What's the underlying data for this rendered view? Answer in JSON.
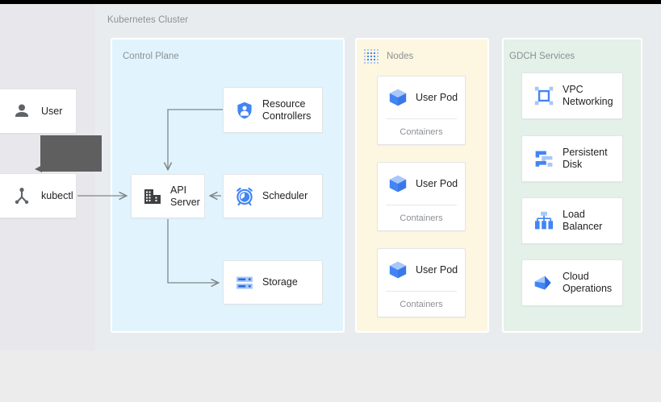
{
  "diagram": {
    "title": "Kubernetes Cluster",
    "colors": {
      "control_plane_bg": "#e1f4fd",
      "nodes_bg": "#fdf6e0",
      "gdch_bg": "#e3f1e8",
      "canvas_bg": "#e9ecef",
      "left_panel_bg": "#e8e7ec",
      "accent_blue": "#4285f4",
      "icon_dark": "#3c4043",
      "label_gray": "#8c9096",
      "text_dark": "#212326",
      "tooltip_bg": "#5f5f5f"
    }
  },
  "actors": [
    {
      "label": "User",
      "icon": "person-icon"
    },
    {
      "label": "kubectl",
      "icon": "kubectl-icon"
    }
  ],
  "groups": {
    "control_plane": {
      "label": "Control Plane",
      "cards": [
        {
          "label": "Resource\nControllers",
          "icon": "shield-person-icon"
        },
        {
          "label": "API\nServer",
          "icon": "api-server-icon"
        },
        {
          "label": "Scheduler",
          "icon": "alarm-clock-icon"
        },
        {
          "label": "Storage",
          "icon": "storage-icon"
        }
      ]
    },
    "nodes": {
      "label": "Nodes",
      "icon": "nodes-grid-icon",
      "pods": [
        {
          "label": "User Pod",
          "icon": "pod-cube-icon",
          "sub": "Containers"
        },
        {
          "label": "User Pod",
          "icon": "pod-cube-icon",
          "sub": "Containers"
        },
        {
          "label": "User Pod",
          "icon": "pod-cube-icon",
          "sub": "Containers"
        }
      ]
    },
    "gdch_services": {
      "label": "GDCH Services",
      "cards": [
        {
          "label": "VPC\nNetworking",
          "icon": "vpc-networking-icon"
        },
        {
          "label": "Persistent\nDisk",
          "icon": "persistent-disk-icon"
        },
        {
          "label": "Load\nBalancer",
          "icon": "load-balancer-icon"
        },
        {
          "label": "Cloud\nOperations",
          "icon": "cloud-operations-icon"
        }
      ]
    }
  },
  "connections": [
    {
      "from": "kubectl",
      "to": "API Server"
    },
    {
      "from": "Resource Controllers",
      "to": "API Server"
    },
    {
      "from": "Scheduler",
      "to": "API Server"
    },
    {
      "from": "API Server",
      "to": "Storage"
    }
  ],
  "overlay": {
    "tooltip_text": ""
  }
}
